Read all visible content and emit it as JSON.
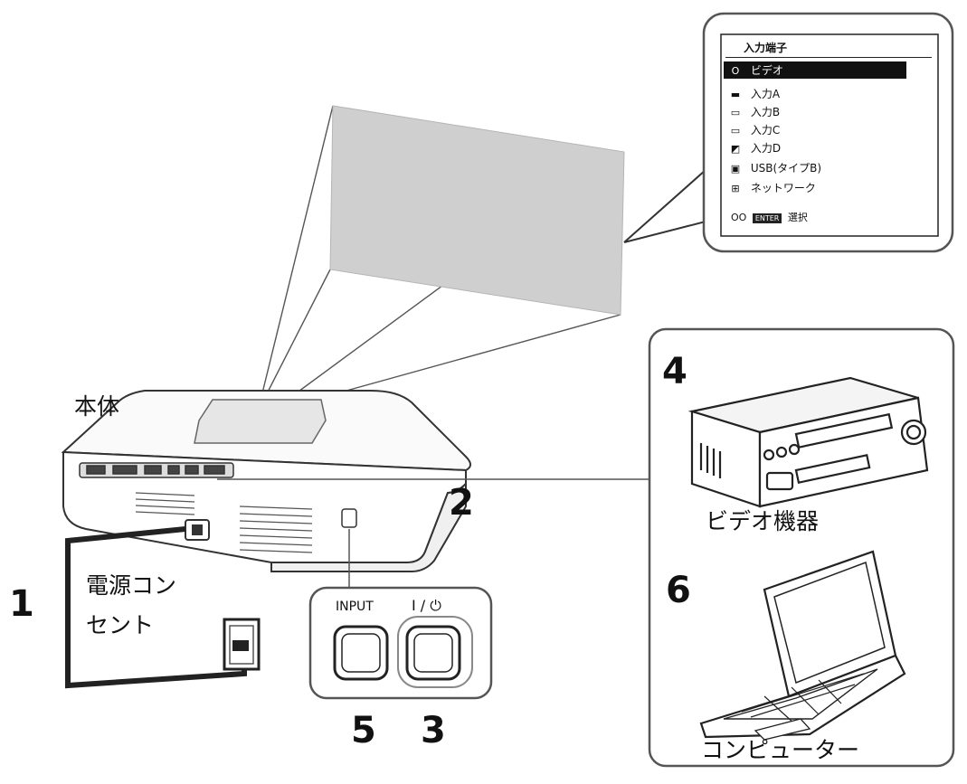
{
  "labels": {
    "main_unit": "本体",
    "outlet_line1": "電源コン",
    "outlet_line2": "セント",
    "video_device": "ビデオ機器",
    "computer": "コンピューター"
  },
  "step_numbers": {
    "n1": "1",
    "n2": "2",
    "n3": "3",
    "n4": "4",
    "n5": "5",
    "n6": "6"
  },
  "control_panel": {
    "input_label": "INPUT",
    "power_label": "I / ⏻"
  },
  "osd_menu": {
    "title": "入力端子",
    "items": [
      {
        "icon": "radio-icon",
        "glyph": "O",
        "label": "ビデオ",
        "selected": true
      },
      {
        "icon": "input-a-icon",
        "glyph": "▬",
        "label": "入力A",
        "selected": false
      },
      {
        "icon": "input-b-icon",
        "glyph": "▭",
        "label": "入力B",
        "selected": false
      },
      {
        "icon": "input-c-icon",
        "glyph": "▭",
        "label": "入力C",
        "selected": false
      },
      {
        "icon": "input-d-icon",
        "glyph": "◩",
        "label": "入力D",
        "selected": false
      },
      {
        "icon": "usb-icon",
        "glyph": "▣",
        "label": "USB(タイプB)",
        "selected": false
      },
      {
        "icon": "network-icon",
        "glyph": "⊞",
        "label": "ネットワーク",
        "selected": false
      }
    ],
    "footer_arrows": "OO",
    "footer_key": "ENTER",
    "footer_label": "選択"
  }
}
